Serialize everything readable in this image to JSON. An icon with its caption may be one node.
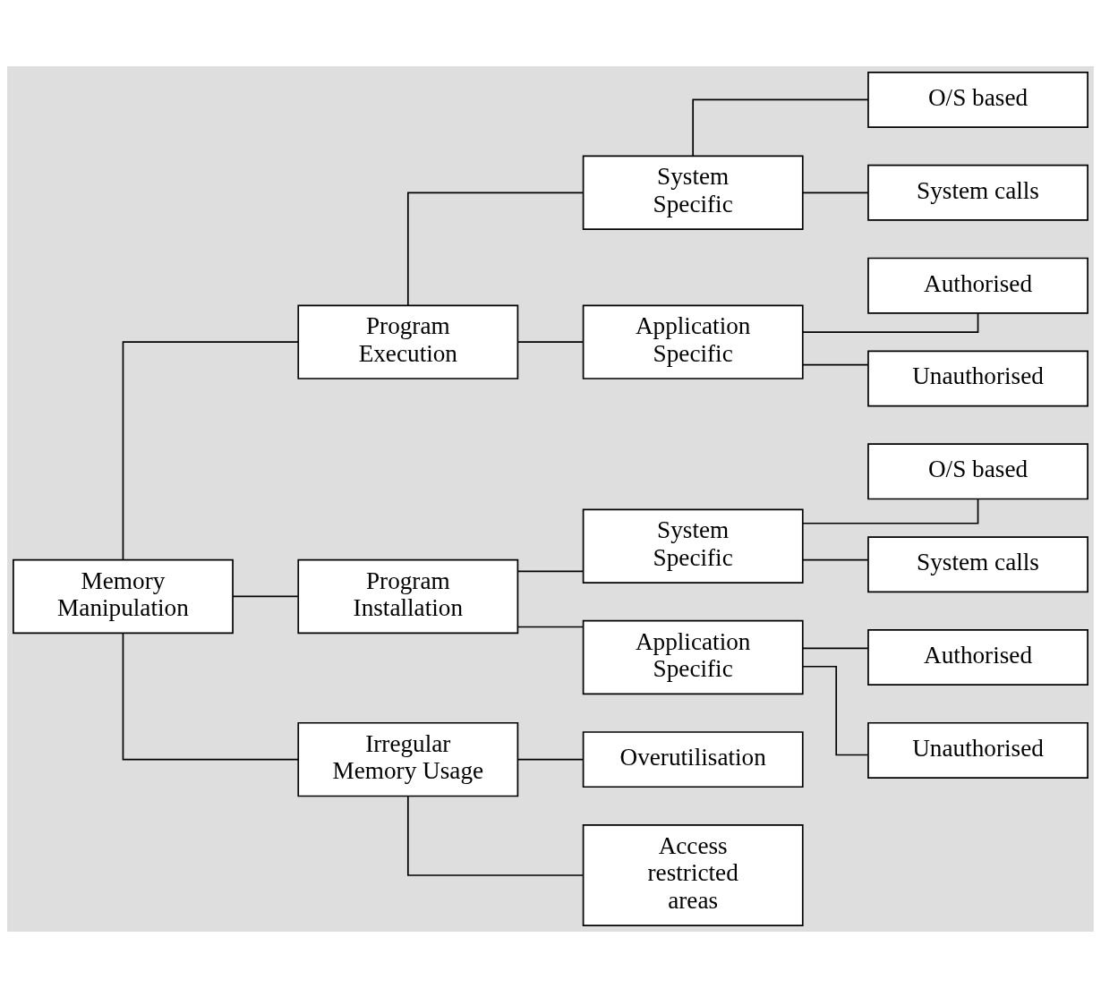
{
  "diagram": {
    "nodes": [
      {
        "text": [
          "Memory Manipulation"
        ]
      },
      {
        "text": [
          "Program Execution"
        ]
      },
      {
        "text": [
          "System Specific"
        ]
      },
      {
        "text": [
          "O/S based"
        ]
      },
      {
        "text": [
          "System calls"
        ]
      },
      {
        "text": [
          "Application Specific"
        ]
      },
      {
        "text": [
          "Authorised"
        ]
      },
      {
        "text": [
          "Unauthorised"
        ]
      },
      {
        "text": [
          "Program Installation"
        ]
      },
      {
        "text": [
          "System Specific"
        ]
      },
      {
        "text": [
          "O/S based"
        ]
      },
      {
        "text": [
          "System calls"
        ]
      },
      {
        "text": [
          "Application Specific"
        ]
      },
      {
        "text": [
          "Authorised"
        ]
      },
      {
        "text": [
          "Unauthorised"
        ]
      },
      {
        "text": [
          "Irregular Memory Usage"
        ]
      },
      {
        "text": [
          "Overutilisation"
        ]
      },
      {
        "text": [
          "Access restricted areas"
        ]
      }
    ],
    "edges": [
      {
        "from": 0,
        "to": 1,
        "arrow": "none"
      },
      {
        "from": 0,
        "to": 8,
        "arrow": "none"
      },
      {
        "from": 0,
        "to": 15,
        "arrow": "none"
      },
      {
        "from": 1,
        "to": 2,
        "arrow": "none"
      },
      {
        "from": 1,
        "to": 5,
        "arrow": "none"
      },
      {
        "from": 2,
        "to": 3,
        "arrow": "none"
      },
      {
        "from": 2,
        "to": 4,
        "arrow": "none"
      },
      {
        "from": 5,
        "to": 6,
        "arrow": "none"
      },
      {
        "from": 5,
        "to": 7,
        "arrow": "none"
      },
      {
        "from": 8,
        "to": 9,
        "arrow": "none"
      },
      {
        "from": 8,
        "to": 12,
        "arrow": "none"
      },
      {
        "from": 9,
        "to": 10,
        "arrow": "none"
      },
      {
        "from": 9,
        "to": 11,
        "arrow": "none"
      },
      {
        "from": 12,
        "to": 13,
        "arrow": "none"
      },
      {
        "from": 12,
        "to": 14,
        "arrow": "none"
      },
      {
        "from": 15,
        "to": 16,
        "arrow": "none"
      },
      {
        "from": 15,
        "to": 17,
        "arrow": "none"
      }
    ]
  }
}
